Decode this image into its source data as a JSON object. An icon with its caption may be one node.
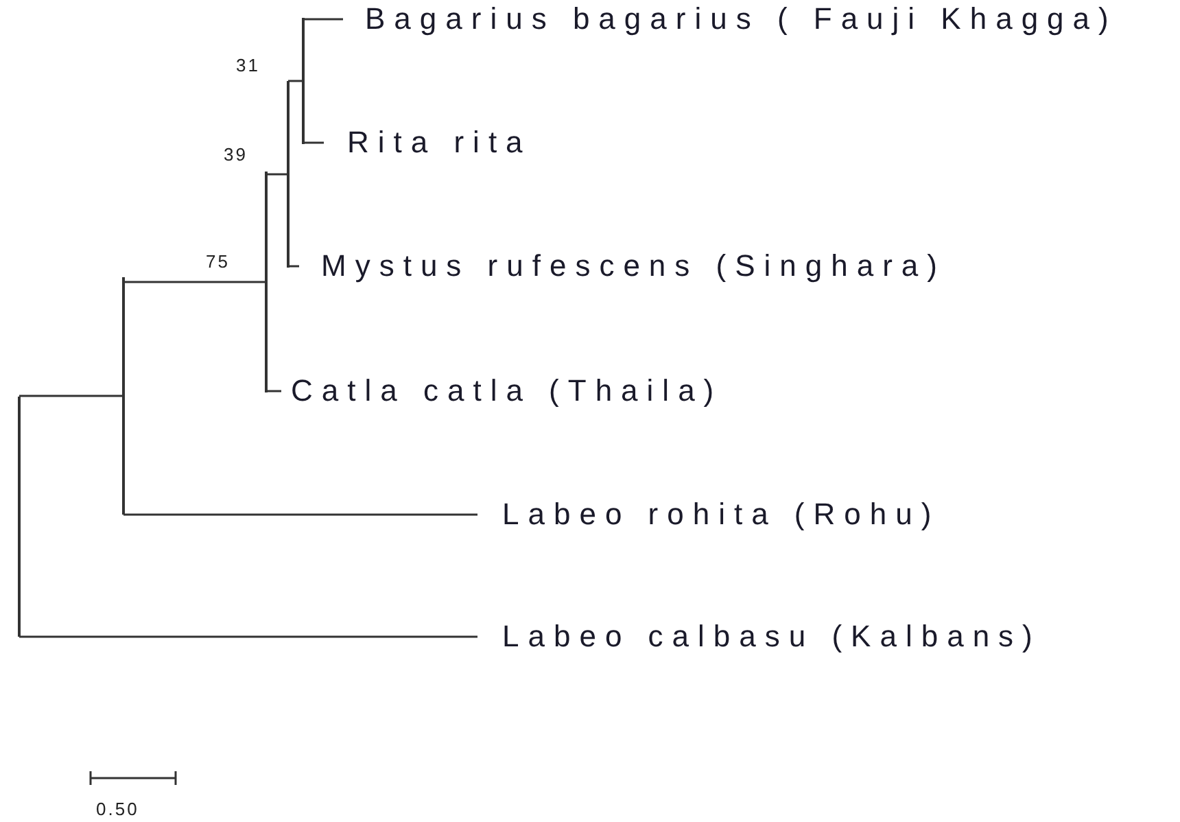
{
  "diagram": {
    "nodes": [
      {
        "text": [],
        "shape": "bar"
      },
      {
        "text": [],
        "shape": "bar"
      },
      {
        "text": [],
        "shape": "bar"
      },
      {
        "text": [],
        "shape": "bar"
      },
      {
        "text": [],
        "shape": "bar"
      },
      {
        "text": [
          "Bagarius bagarius ( Fauji Khagga)"
        ]
      },
      {
        "text": [
          "Rita rita"
        ]
      },
      {
        "text": [
          "Mystus rufescens (Singhara)"
        ]
      },
      {
        "text": [
          "Catla catla (Thaila)"
        ]
      },
      {
        "text": [
          "Labeo rohita (Rohu)"
        ]
      },
      {
        "text": [
          "Labeo calbasu (Kalbans)"
        ]
      }
    ],
    "edges": [
      {
        "from": 0,
        "to": 1,
        "arrow": "none"
      },
      {
        "from": 0,
        "to": 10,
        "arrow": "none"
      },
      {
        "from": 1,
        "to": 2,
        "arrow": "none"
      },
      {
        "from": 1,
        "to": 9,
        "arrow": "none"
      },
      {
        "from": 2,
        "to": 3,
        "arrow": "none"
      },
      {
        "from": 2,
        "to": 8,
        "arrow": "none"
      },
      {
        "from": 3,
        "to": 4,
        "arrow": "none"
      },
      {
        "from": 3,
        "to": 7,
        "arrow": "none"
      },
      {
        "from": 4,
        "to": 5,
        "arrow": "none"
      },
      {
        "from": 4,
        "to": 6,
        "arrow": "none"
      }
    ],
    "labels": [
      "31",
      "39",
      "75",
      "0.50"
    ]
  }
}
